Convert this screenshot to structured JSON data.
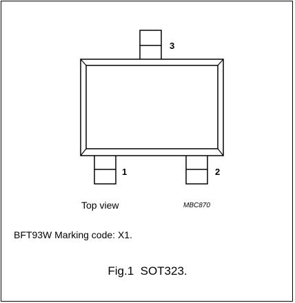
{
  "diagram": {
    "pins": [
      {
        "number": "1"
      },
      {
        "number": "2"
      },
      {
        "number": "3"
      }
    ],
    "view_label": "Top view",
    "drawing_ref": "MBC870"
  },
  "marking_text": "BFT93W Marking code: X1.",
  "figure": {
    "caption": "Fig.1  SOT323."
  }
}
